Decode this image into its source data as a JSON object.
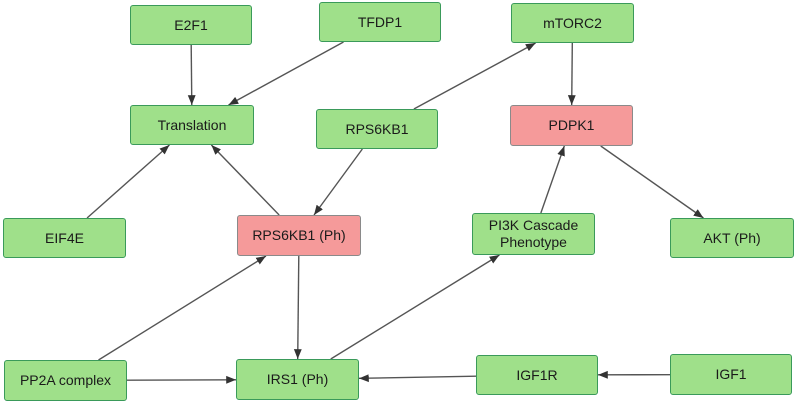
{
  "nodes": {
    "e2f1": "E2F1",
    "tfdp1": "TFDP1",
    "mtorc2": "mTORC2",
    "translation": "Translation",
    "rps6kb1": "RPS6KB1",
    "pdpk1": "PDPK1",
    "eif4e": "EIF4E",
    "rps6kb1_ph": "RPS6KB1 (Ph)",
    "pi3k_line1": "PI3K Cascade",
    "pi3k_line2": "Phenotype",
    "akt_ph": "AKT (Ph)",
    "pp2a": "PP2A complex",
    "irs1_ph": "IRS1 (Ph)",
    "igf1r": "IGF1R",
    "igf1": "IGF1"
  },
  "highlighted_nodes": [
    "pdpk1",
    "rps6kb1_ph"
  ],
  "colors": {
    "node_fill": "#9fe08a",
    "highlight_fill": "#f59a9a",
    "edge": "#555555"
  },
  "edges": [
    {
      "from": "e2f1",
      "to": "translation"
    },
    {
      "from": "tfdp1",
      "to": "translation"
    },
    {
      "from": "eif4e",
      "to": "translation"
    },
    {
      "from": "rps6kb1_ph",
      "to": "translation"
    },
    {
      "from": "rps6kb1",
      "to": "mtorc2"
    },
    {
      "from": "rps6kb1",
      "to": "rps6kb1_ph"
    },
    {
      "from": "mtorc2",
      "to": "pdpk1"
    },
    {
      "from": "pi3k",
      "to": "pdpk1"
    },
    {
      "from": "pdpk1",
      "to": "akt_ph"
    },
    {
      "from": "pp2a",
      "to": "rps6kb1_ph"
    },
    {
      "from": "pp2a",
      "to": "irs1_ph"
    },
    {
      "from": "rps6kb1_ph",
      "to": "irs1_ph"
    },
    {
      "from": "irs1_ph",
      "to": "pi3k"
    },
    {
      "from": "igf1r",
      "to": "irs1_ph"
    },
    {
      "from": "igf1",
      "to": "igf1r"
    }
  ]
}
